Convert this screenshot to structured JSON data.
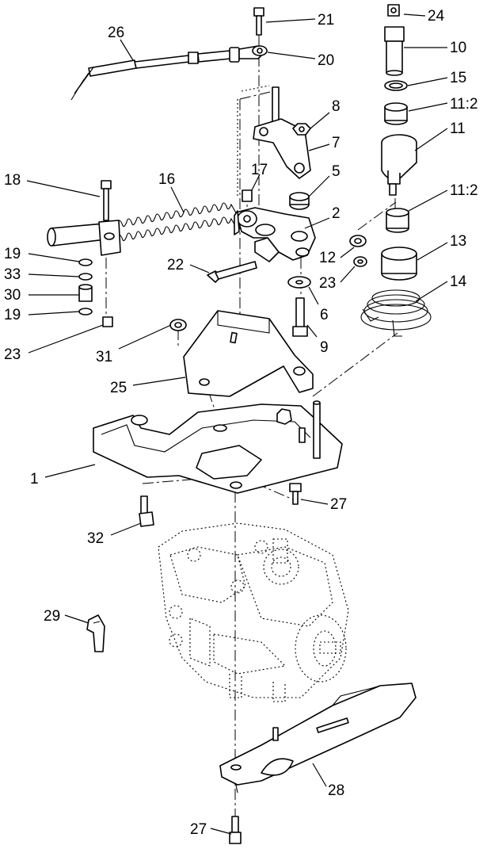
{
  "callouts": {
    "c1": "1",
    "c2": "2",
    "c5": "5",
    "c6": "6",
    "c7": "7",
    "c8": "8",
    "c9": "9",
    "c10": "10",
    "c11a": "11",
    "c11b": "11:2",
    "c11c": "11:2",
    "c12": "12",
    "c13": "13",
    "c14": "14",
    "c15": "15",
    "c16": "16",
    "c17": "17",
    "c18": "18",
    "c19a": "19",
    "c19b": "19",
    "c20": "20",
    "c21": "21",
    "c22": "22",
    "c23a": "23",
    "c23b": "23",
    "c24": "24",
    "c25": "25",
    "c26": "26",
    "c27a": "27",
    "c27b": "27",
    "c28": "28",
    "c29": "29",
    "c30": "30",
    "c31": "31",
    "c32": "32",
    "c33": "33"
  }
}
